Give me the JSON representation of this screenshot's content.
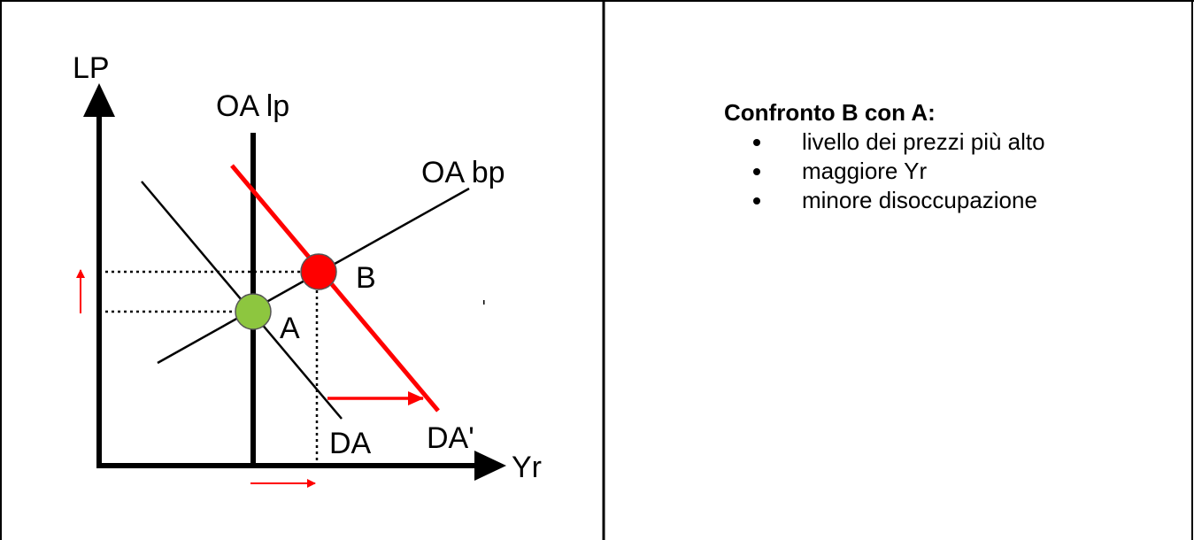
{
  "diagram": {
    "axis_y_label": "LP",
    "axis_x_label": "Yr",
    "curves": {
      "long_run_supply": "OA lp",
      "short_run_supply": "OA bp",
      "demand": "DA",
      "demand_shifted": "DA'"
    },
    "points": {
      "initial": "A",
      "final": "B"
    },
    "colors": {
      "shifted_curve": "#ff0000",
      "point_a": "#8dc63f",
      "point_b": "#ff0000",
      "arrows": "#ff0000",
      "lines": "#000000"
    }
  },
  "note": {
    "title": "Confronto B con A:",
    "items": [
      "livello dei prezzi più alto",
      "maggiore Yr",
      "minore disoccupazione"
    ]
  }
}
